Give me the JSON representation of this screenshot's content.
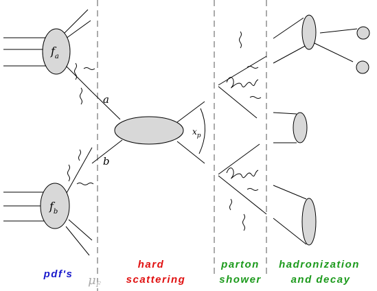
{
  "labels": {
    "fa_main": "f",
    "fa_sub": "a",
    "fb_main": "f",
    "fb_sub": "b",
    "parton_a": "a",
    "parton_b": "b",
    "xp_main": "x",
    "xp_sub": "p",
    "mu_main": "μ",
    "mu_sub": "F"
  },
  "stages": {
    "pdfs": "pdf's",
    "hard_line1": "hard",
    "hard_line2": "scattering",
    "parton_line1": "parton",
    "parton_line2": "shower",
    "hadron_line1": "hadronization",
    "hadron_line2": "and decay"
  },
  "colors": {
    "pdfs": "#1a1acc",
    "hard": "#e01010",
    "green": "#1c9a1c",
    "blob_fill": "#d8d8d8",
    "line": "#000000",
    "dash": "#666666"
  }
}
